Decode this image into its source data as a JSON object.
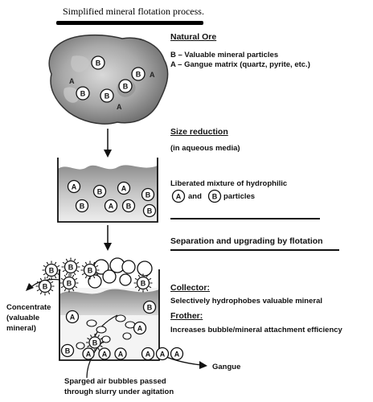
{
  "title": "Simplified mineral flotation process.",
  "stages": {
    "ore": {
      "heading": "Natural Ore",
      "legend_b": "B – Valuable mineral particles",
      "legend_a": "A – Gangue matrix (quartz, pyrite, etc.)"
    },
    "size_reduction": {
      "heading": "Size reduction",
      "subheading": "(in aqueous media)",
      "desc_line1": "Liberated mixture of hydrophilic",
      "desc_and": "and",
      "desc_particles": "particles"
    },
    "flotation": {
      "heading": "Separation and upgrading by flotation",
      "collector_heading": "Collector:",
      "collector_desc": "Selectively hydrophobes valuable mineral",
      "frother_heading": "Frother:",
      "frother_desc": "Increases bubble/mineral attachment efficiency",
      "concentrate_line1": "Concentrate",
      "concentrate_line2": "(valuable",
      "concentrate_line3": "mineral)",
      "gangue": "Gangue",
      "bubbles_line1": "Sparged air bubbles passed",
      "bubbles_line2": "through slurry under agitation"
    }
  },
  "particle_letters": {
    "valuable": "B",
    "gangue": "A"
  }
}
